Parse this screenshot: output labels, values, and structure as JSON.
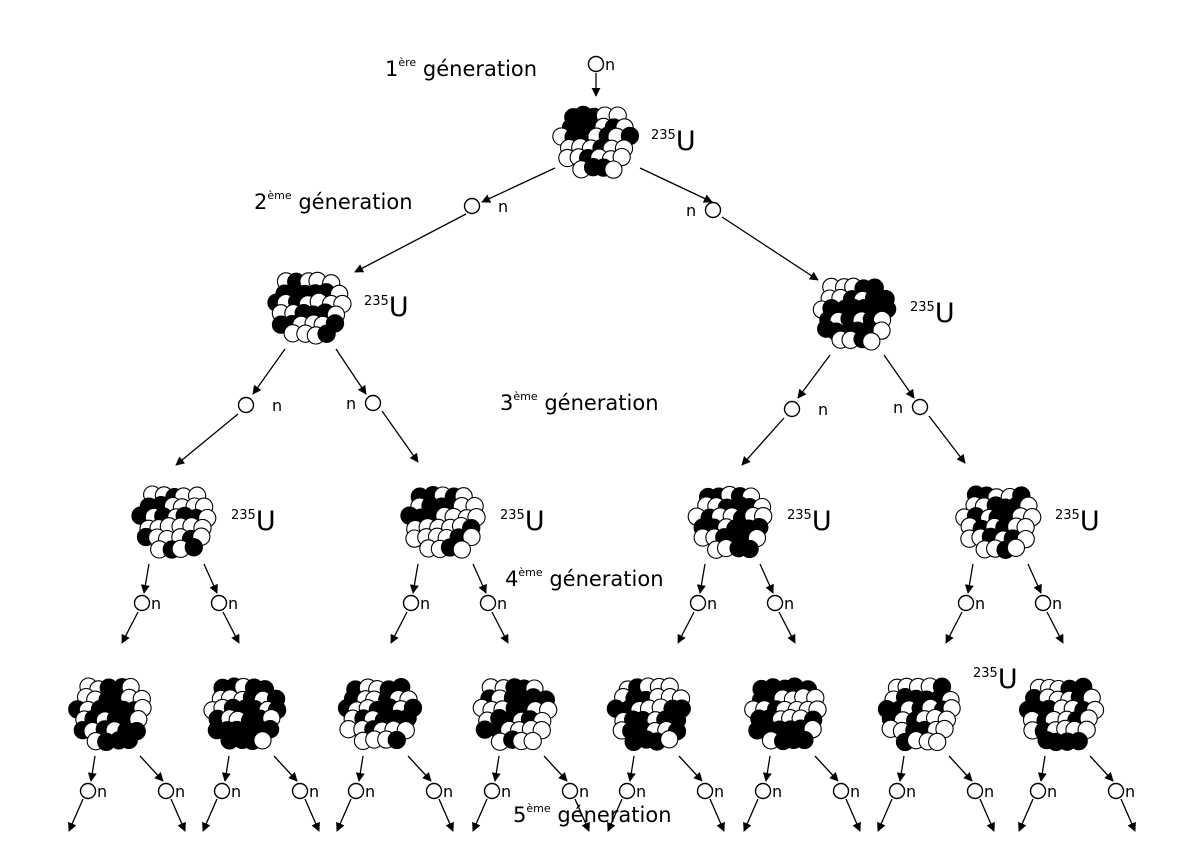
{
  "neutron_label": "n",
  "nucleus_label": {
    "mass": "235",
    "element": "U"
  },
  "generations": [
    {
      "num": "1",
      "sup": "ère",
      "word": " géneration"
    },
    {
      "num": "2",
      "sup": "ème",
      "word": " géneration"
    },
    {
      "num": "3",
      "sup": "ème",
      "word": " géneration"
    },
    {
      "num": "4",
      "sup": "ème",
      "word": " géneration"
    },
    {
      "num": "5",
      "sup": "ème",
      "word": " géneration"
    }
  ],
  "colors": {
    "ink": "#000000",
    "paper": "#ffffff"
  }
}
